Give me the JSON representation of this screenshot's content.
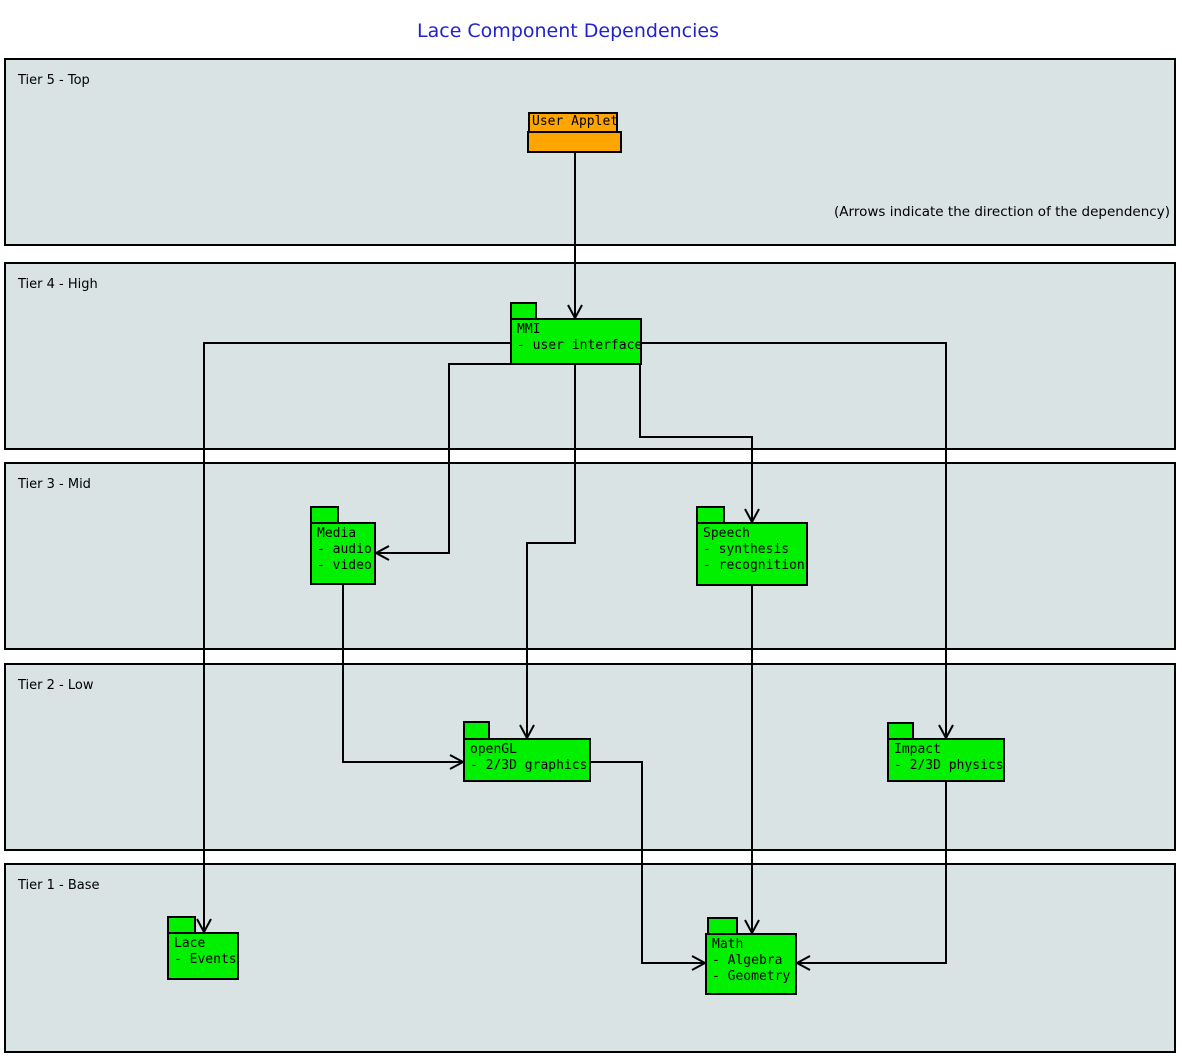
{
  "title": "Lace Component Dependencies",
  "note": "(Arrows indicate the direction of the dependency)",
  "colors": {
    "tier_fill": "#d9e3e3",
    "component_fill": "#00f000",
    "user_applet_fill": "#ffa500",
    "title_text": "#2222cc",
    "line": "#000000"
  },
  "tiers": [
    {
      "label": "Tier 5 - Top"
    },
    {
      "label": "Tier 4 - High"
    },
    {
      "label": "Tier 3 - Mid"
    },
    {
      "label": "Tier 2 - Low"
    },
    {
      "label": "Tier 1 - Base"
    }
  ],
  "components": [
    {
      "id": "user-applet",
      "name": "User Applet",
      "tier": "Tier 5 - Top",
      "details": []
    },
    {
      "id": "mmi",
      "name": "MMI",
      "tier": "Tier 4 - High",
      "details": [
        "- user interface"
      ]
    },
    {
      "id": "media",
      "name": "Media",
      "tier": "Tier 3 - Mid",
      "details": [
        "- audio",
        "- video"
      ]
    },
    {
      "id": "speech",
      "name": "Speech",
      "tier": "Tier 3 - Mid",
      "details": [
        "- synthesis",
        "- recognition"
      ]
    },
    {
      "id": "opengl",
      "name": "openGL",
      "tier": "Tier 2 - Low",
      "details": [
        "- 2/3D graphics"
      ]
    },
    {
      "id": "impact",
      "name": "Impact",
      "tier": "Tier 2 - Low",
      "details": [
        "- 2/3D physics"
      ]
    },
    {
      "id": "lace",
      "name": "Lace",
      "tier": "Tier 1 - Base",
      "details": [
        "- Events"
      ]
    },
    {
      "id": "math",
      "name": "Math",
      "tier": "Tier 1 - Base",
      "details": [
        "- Algebra",
        "- Geometry"
      ]
    }
  ],
  "dependencies": [
    {
      "from": "User Applet",
      "to": "MMI"
    },
    {
      "from": "MMI",
      "to": "Lace"
    },
    {
      "from": "MMI",
      "to": "Media"
    },
    {
      "from": "MMI",
      "to": "openGL"
    },
    {
      "from": "MMI",
      "to": "Speech"
    },
    {
      "from": "MMI",
      "to": "Impact"
    },
    {
      "from": "Media",
      "to": "openGL"
    },
    {
      "from": "Speech",
      "to": "Math"
    },
    {
      "from": "openGL",
      "to": "Math"
    },
    {
      "from": "Impact",
      "to": "Math"
    }
  ]
}
